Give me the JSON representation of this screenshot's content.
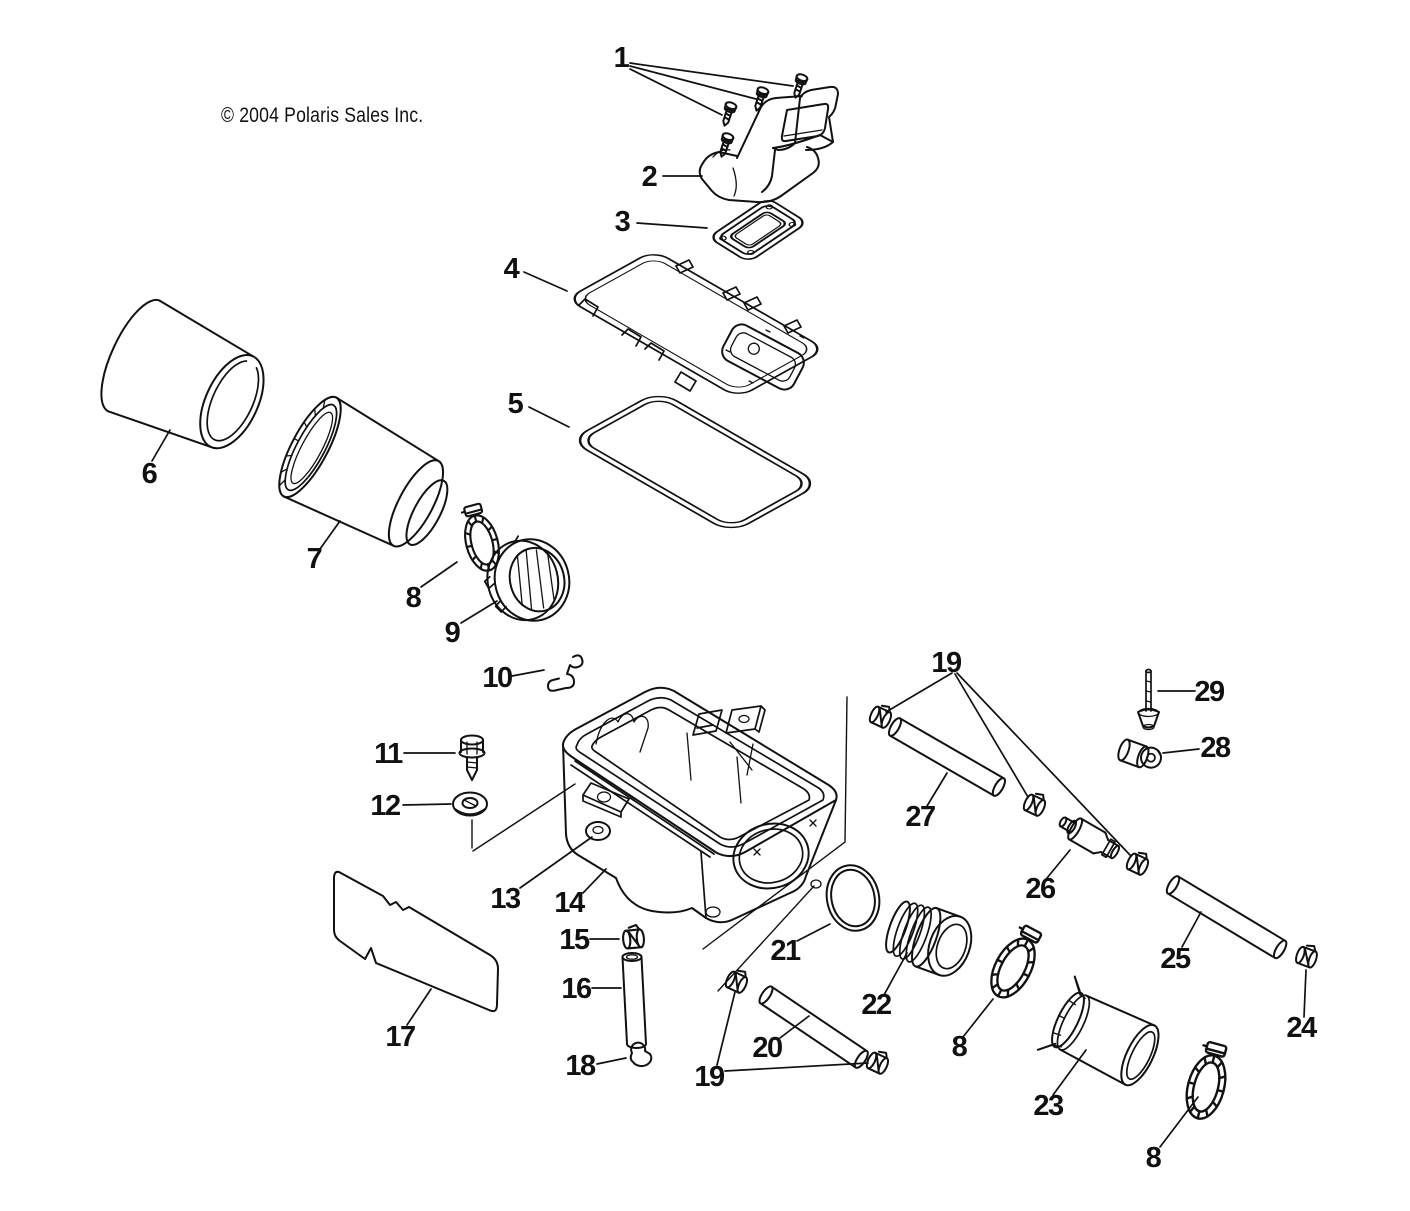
{
  "page": {
    "background": "#ffffff",
    "line_color": "#111111"
  },
  "copyright": "© 2004 Polaris Sales Inc.",
  "diagram": {
    "type": "exploded-parts-diagram",
    "callouts": [
      {
        "label": "1"
      },
      {
        "label": "2"
      },
      {
        "label": "3"
      },
      {
        "label": "4"
      },
      {
        "label": "5"
      },
      {
        "label": "6"
      },
      {
        "label": "7"
      },
      {
        "label": "8"
      },
      {
        "label": "9"
      },
      {
        "label": "10"
      },
      {
        "label": "11"
      },
      {
        "label": "12"
      },
      {
        "label": "13"
      },
      {
        "label": "14"
      },
      {
        "label": "15"
      },
      {
        "label": "16"
      },
      {
        "label": "17"
      },
      {
        "label": "18"
      },
      {
        "label": "19"
      },
      {
        "label": "20"
      },
      {
        "label": "21"
      },
      {
        "label": "22"
      },
      {
        "label": "8"
      },
      {
        "label": "23"
      },
      {
        "label": "8"
      },
      {
        "label": "24"
      },
      {
        "label": "25"
      },
      {
        "label": "26"
      },
      {
        "label": "27"
      },
      {
        "label": "19"
      },
      {
        "label": "28"
      },
      {
        "label": "29"
      }
    ]
  }
}
